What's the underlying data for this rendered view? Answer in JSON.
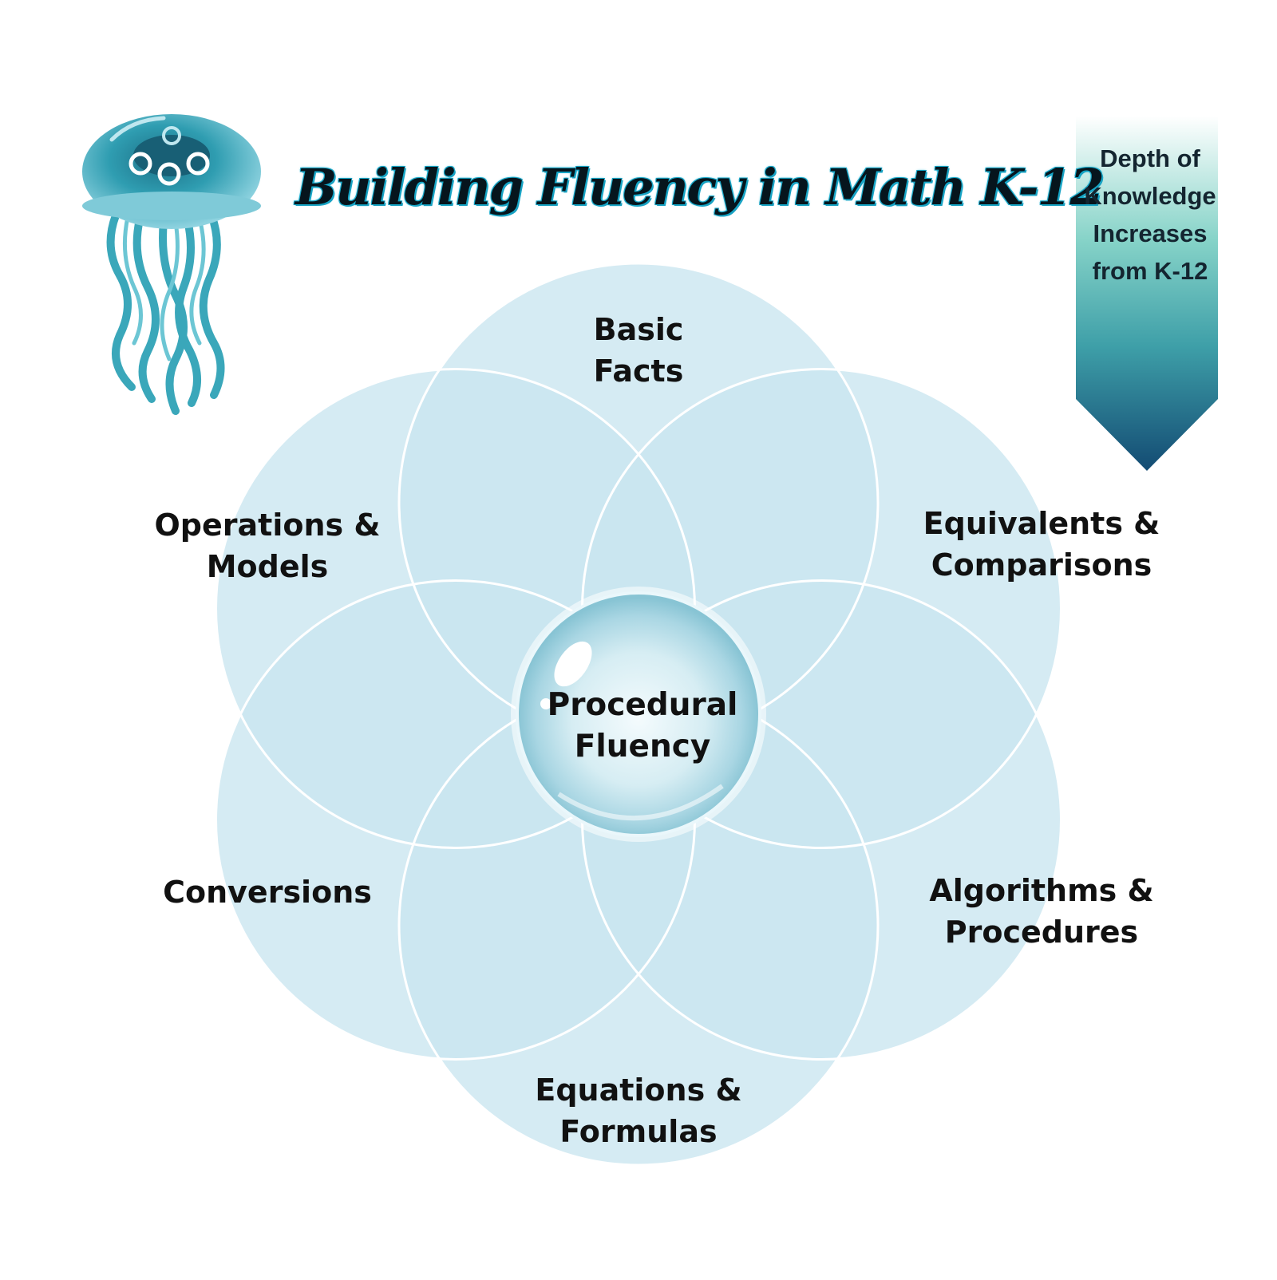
{
  "title": "Building Fluency in Math K-12",
  "center": {
    "label": "Procedural\nFluency"
  },
  "petals": [
    {
      "label": "Basic\nFacts"
    },
    {
      "label": "Equivalents &\nComparisons"
    },
    {
      "label": "Algorithms &\nProcedures"
    },
    {
      "label": "Equations &\nFormulas"
    },
    {
      "label": "Conversions"
    },
    {
      "label": "Operations &\nModels"
    }
  ],
  "ribbon": {
    "label": "Depth of\nKnowledge\nIncreases\nfrom K-12"
  },
  "colors": {
    "petal_fill": "#c9e6ef",
    "petal_outline": "#ffffff",
    "ribbon_top": "#ffffff",
    "ribbon_bottom": "#144e76",
    "title_glow": "#11b6d6",
    "jellyfish": "#2f9db1"
  },
  "icons": {
    "mascot": "jellyfish-icon"
  }
}
